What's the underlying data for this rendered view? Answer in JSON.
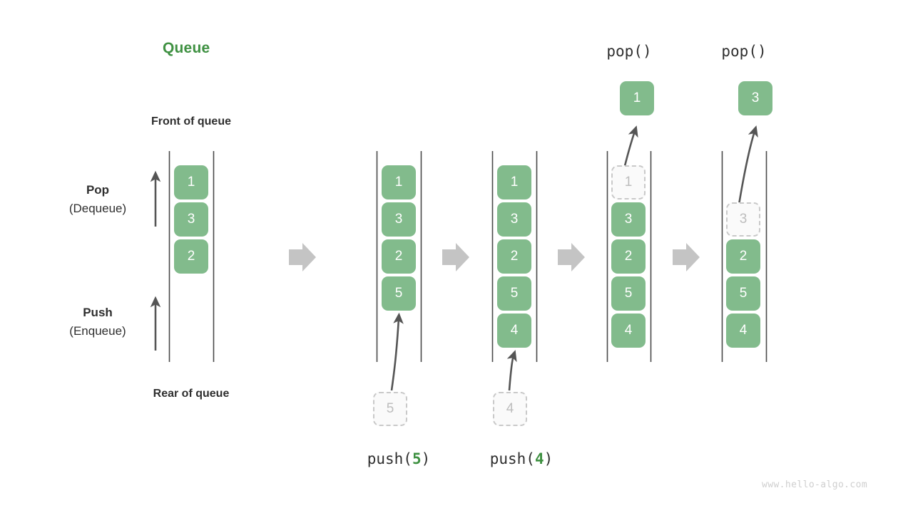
{
  "diagram": {
    "title": "Queue",
    "title_color": "#3f9142",
    "box_color": "#82bb8c",
    "ghost_color": "#fafafa",
    "arrow_color": "#c4c4c4",
    "rail_color": "#4a4a4a",
    "front_label": "Front of queue",
    "rear_label": "Rear of queue",
    "pop_label_line1": "Pop",
    "pop_label_line2": "(Dequeue)",
    "push_label_line1": "Push",
    "push_label_line2": "(Enqueue)",
    "watermark": "www.hello-algo.com"
  },
  "stages": [
    {
      "name": "initial",
      "items": [
        "1",
        "3",
        "2"
      ],
      "ghost_index": -1,
      "caption_prefix": "",
      "caption_arg": "",
      "caption_suffix": "",
      "incoming": null,
      "popped": null,
      "op_label": ""
    },
    {
      "name": "push-5",
      "items": [
        "1",
        "3",
        "2",
        "5"
      ],
      "ghost_index": -1,
      "caption_prefix": "push(",
      "caption_arg": "5",
      "caption_suffix": ")",
      "incoming": "5",
      "popped": null,
      "op_label": ""
    },
    {
      "name": "push-4",
      "items": [
        "1",
        "3",
        "2",
        "5",
        "4"
      ],
      "ghost_index": -1,
      "caption_prefix": "push(",
      "caption_arg": "4",
      "caption_suffix": ")",
      "incoming": "4",
      "popped": null,
      "op_label": ""
    },
    {
      "name": "pop-1",
      "items": [
        "1",
        "3",
        "2",
        "5",
        "4"
      ],
      "ghost_index": 0,
      "caption_prefix": "",
      "caption_arg": "",
      "caption_suffix": "",
      "incoming": null,
      "popped": "1",
      "op_label": "pop()"
    },
    {
      "name": "pop-3",
      "items": [
        "3",
        "2",
        "5",
        "4"
      ],
      "ghost_index": 0,
      "caption_prefix": "",
      "caption_arg": "",
      "caption_suffix": "",
      "incoming": null,
      "popped": "3",
      "op_label": "pop()"
    }
  ],
  "labels": {
    "pop_op_1": "pop()",
    "pop_op_2": "pop()",
    "push5_caption": "push(5)",
    "push4_caption": "push(4)",
    "popped_1": "1",
    "popped_3": "3",
    "incoming_5": "5",
    "incoming_4": "4"
  },
  "col1": {
    "boxes": [
      "1",
      "3",
      "2"
    ]
  },
  "col2": {
    "boxes": [
      "1",
      "3",
      "2",
      "5"
    ]
  },
  "col3": {
    "boxes": [
      "1",
      "3",
      "2",
      "5",
      "4"
    ]
  },
  "col4": {
    "boxes": [
      "1",
      "3",
      "2",
      "5",
      "4"
    ]
  },
  "col5": {
    "boxes": [
      "3",
      "2",
      "5",
      "4"
    ]
  }
}
